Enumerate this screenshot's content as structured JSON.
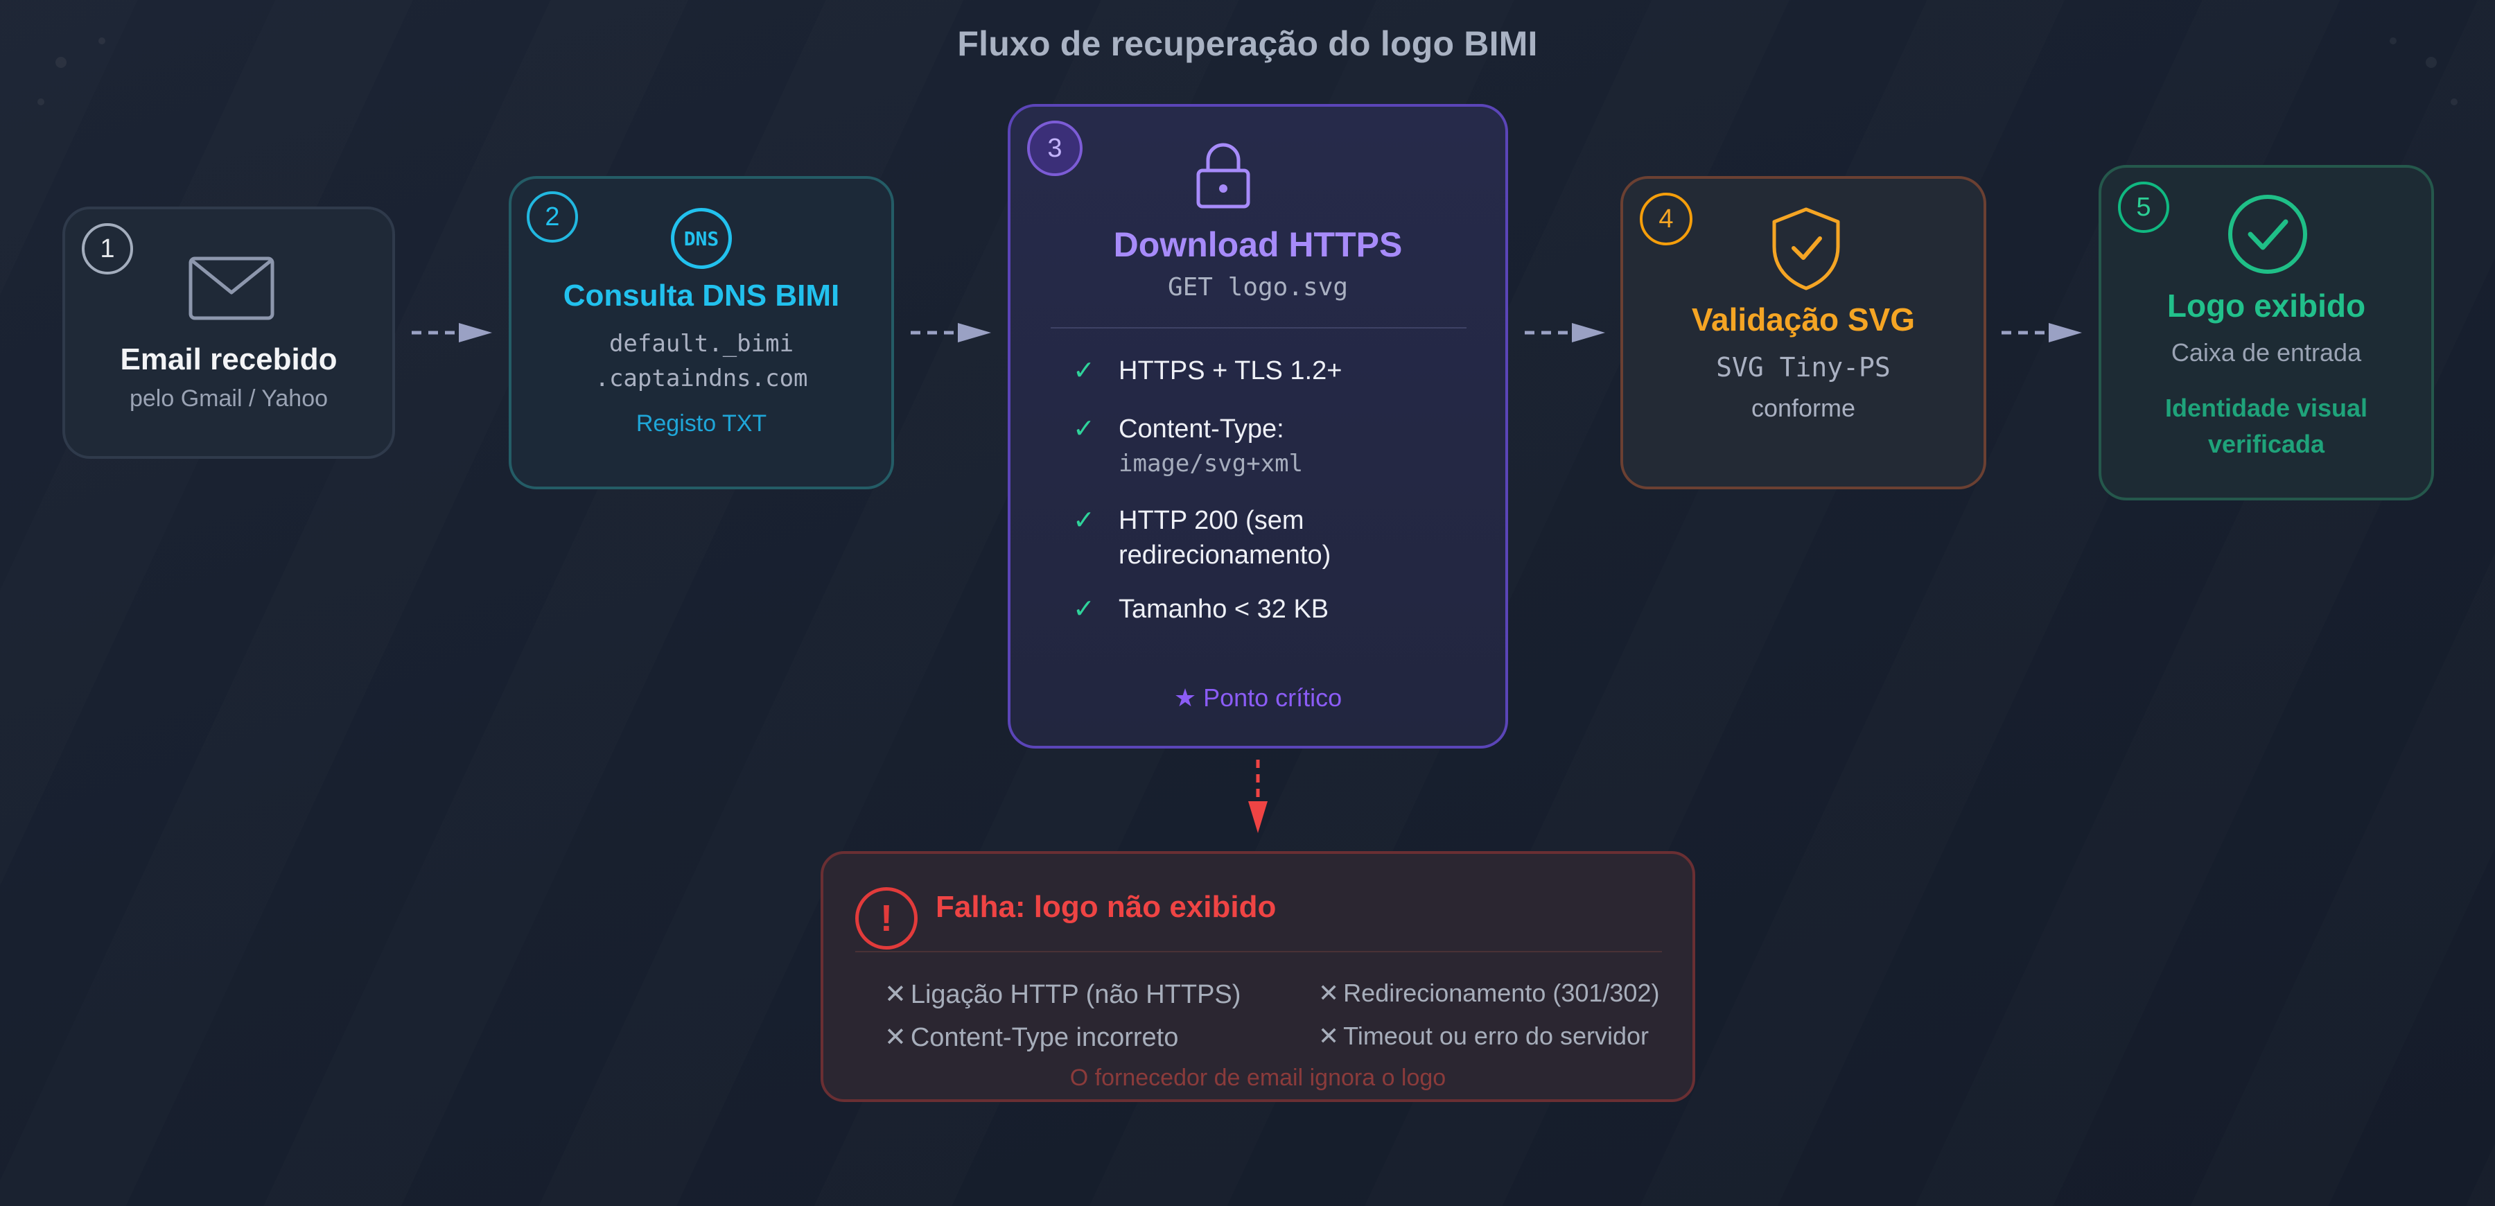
{
  "title": "Fluxo de recuperação do logo BIMI",
  "colors": {
    "background": "#18202f",
    "cyan": "#22c1ee",
    "purple": "#a78bfa",
    "orange": "#f5a524",
    "green": "#2ccf95",
    "red": "#ef4444"
  },
  "steps": [
    {
      "number": "1",
      "icon": "envelope-icon",
      "title": "Email recebido",
      "subtitle": "pelo Gmail / Yahoo"
    },
    {
      "number": "2",
      "icon": "dns-icon",
      "icon_text": "DNS",
      "title": "Consulta DNS BIMI",
      "record_line1": "default._bimi",
      "record_line2": ".captaindns.com",
      "note": "Registo TXT"
    },
    {
      "number": "3",
      "icon": "lock-icon",
      "title": "Download HTTPS",
      "command": "GET logo.svg",
      "checks": [
        {
          "text": "HTTPS + TLS 1.2+"
        },
        {
          "text": "Content-Type:",
          "sub": "image/svg+xml"
        },
        {
          "text": "HTTP 200 (sem",
          "text2": "redirecionamento)"
        },
        {
          "text": "Tamanho < 32 KB"
        }
      ],
      "footer": "★ Ponto crítico"
    },
    {
      "number": "4",
      "icon": "shield-check-icon",
      "title": "Validação SVG",
      "line1": "SVG Tiny-PS",
      "line2": "conforme"
    },
    {
      "number": "5",
      "icon": "check-circle-icon",
      "title": "Logo exibido",
      "subtitle": "Caixa de entrada",
      "note_line1": "Identidade visual",
      "note_line2": "verificada"
    }
  ],
  "failure": {
    "icon": "alert-icon",
    "icon_text": "!",
    "title": "Falha: logo não exibido",
    "reasons_left": [
      "Ligação HTTP (não HTTPS)",
      "Content-Type incorreto"
    ],
    "reasons_right": [
      "Redirecionamento (301/302)",
      "Timeout ou erro do servidor"
    ],
    "footer": "O fornecedor de email ignora o logo"
  }
}
